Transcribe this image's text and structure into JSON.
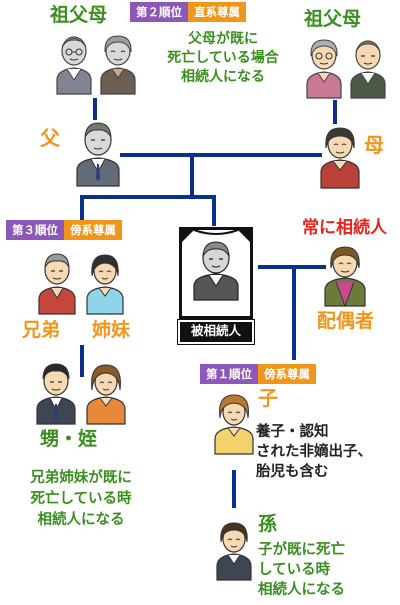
{
  "nodes": {
    "grandparents_left": "祖父母",
    "grandparents_right": "祖父母",
    "father": "父",
    "mother": "母",
    "siblings_brother": "兄弟",
    "siblings_sister": "姉妹",
    "nephew_niece": "甥・姪",
    "deceased": "被相続人",
    "spouse": "配偶者",
    "always_heir": "常に相続人",
    "child": "子",
    "grandchild": "孫"
  },
  "badges": {
    "second": {
      "rank": "第２順位",
      "type": "直系尊属"
    },
    "third": {
      "rank": "第３順位",
      "type": "傍系尊属"
    },
    "first": {
      "rank": "第１順位",
      "type": "傍系尊属"
    }
  },
  "notes": {
    "parents_deceased": [
      "父母が既に",
      "死亡している場合",
      "相続人になる"
    ],
    "siblings_deceased": [
      "兄弟姉妹が既に",
      "死亡している時",
      "相続人になる"
    ],
    "child_includes": [
      "養子・認知",
      "された非嫡出子、",
      "胎児も含む"
    ],
    "child_deceased": [
      "子が既に死亡",
      "している時",
      "相続人になる"
    ]
  },
  "colors": {
    "line": "#0a2f8c",
    "green_text": "#3a8f1e",
    "orange_text": "#f0961b",
    "red_text": "#e8231e",
    "badge_rank": "#8d57b8",
    "badge_type": "#f0961b"
  }
}
